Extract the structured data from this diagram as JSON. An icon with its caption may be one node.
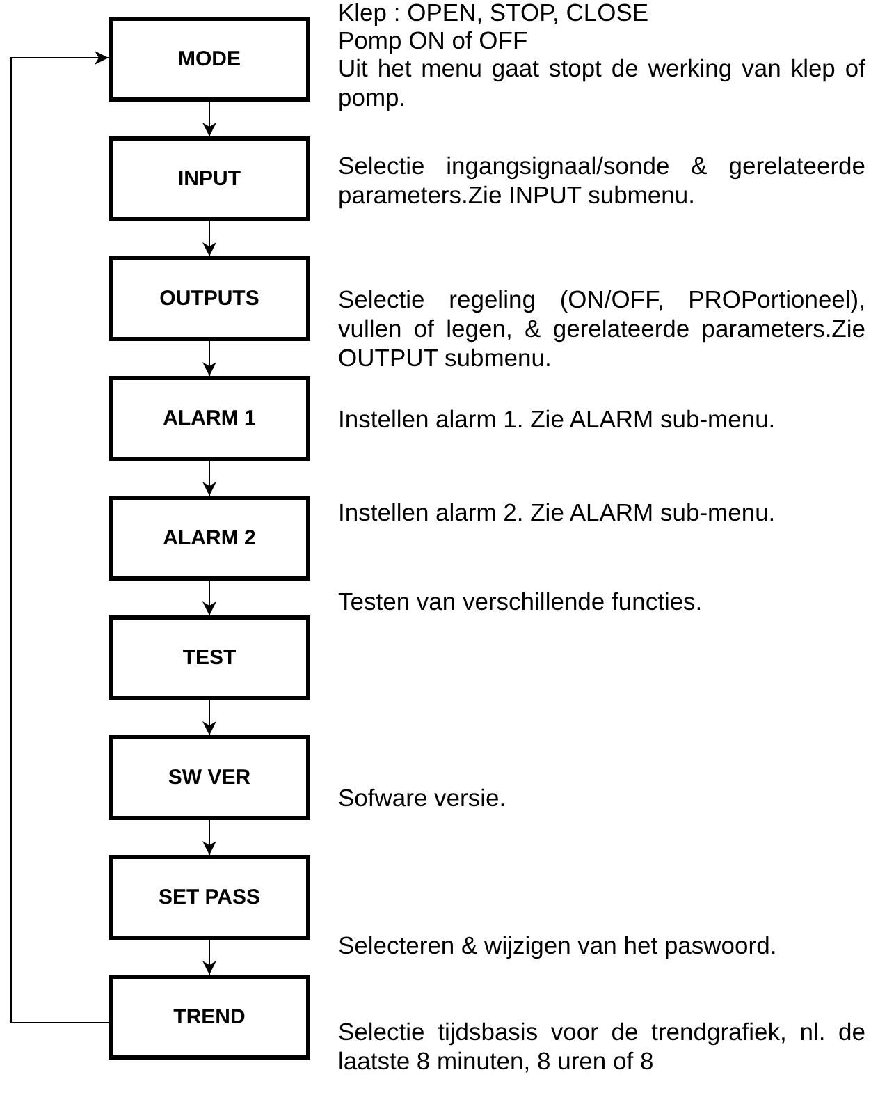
{
  "diagram": {
    "nodes": [
      {
        "text": [
          "MODE"
        ]
      },
      {
        "text": [
          "INPUT"
        ]
      },
      {
        "text": [
          "OUTPUTS"
        ]
      },
      {
        "text": [
          "ALARM 1"
        ]
      },
      {
        "text": [
          "ALARM 2"
        ]
      },
      {
        "text": [
          "TEST"
        ]
      },
      {
        "text": [
          "SW VER"
        ]
      },
      {
        "text": [
          "SET PASS"
        ]
      },
      {
        "text": [
          "TREND"
        ]
      }
    ],
    "edges": [
      {
        "from": 0,
        "to": 1,
        "arrow": "to"
      },
      {
        "from": 1,
        "to": 2,
        "arrow": "to"
      },
      {
        "from": 2,
        "to": 3,
        "arrow": "to"
      },
      {
        "from": 3,
        "to": 4,
        "arrow": "to"
      },
      {
        "from": 4,
        "to": 5,
        "arrow": "to"
      },
      {
        "from": 5,
        "to": 6,
        "arrow": "to"
      },
      {
        "from": 6,
        "to": 7,
        "arrow": "to"
      },
      {
        "from": 7,
        "to": 8,
        "arrow": "to"
      },
      {
        "from": 8,
        "to": 0,
        "arrow": "to"
      }
    ],
    "labels": [
      "Klep : OPEN, STOP, CLOSE",
      "Pomp ON of OFF",
      "Uit het menu gaat stopt de werking van klep of pomp.",
      "Selectie ingangsignaal/sonde & gerelateerde parameters.Zie INPUT submenu.",
      "Selectie regeling (ON/OFF, PROPortioneel), vullen of legen, & gerelateerde parameters.Zie OUTPUT submenu.",
      "Instellen alarm 1.  Zie ALARM sub-menu.",
      "Instellen alarm 2.  Zie ALARM sub-menu.",
      "Testen van verschillende functies.",
      "Sofware versie.",
      "Selecteren & wijzigen van het paswoord.",
      "Selectie tijdsbasis voor de trendgrafiek, nl. de laatste 8 minuten, 8 uren of 8"
    ]
  }
}
